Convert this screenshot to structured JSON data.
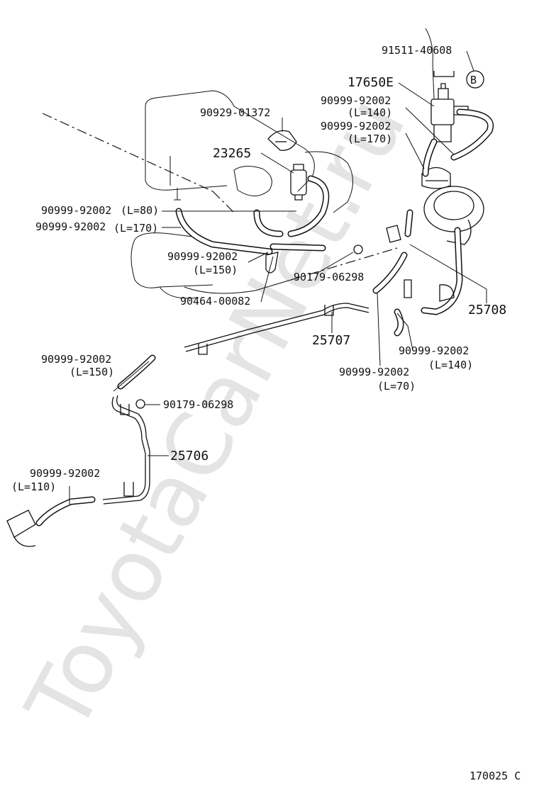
{
  "watermark": "ToyotaCarNet.ru",
  "figure_number": "170025 C",
  "circle_marker": "B",
  "labels": {
    "p91511_40608": "91511-40608",
    "p17650e": "17650E",
    "p90999_a": "90999-92002",
    "p90999_a_len": "(L=140)",
    "p90999_b": "90999-92002",
    "p90999_b_len": "(L=170)",
    "p90929": "90929-01372",
    "p23265": "23265",
    "p90999_c": "90999-92002",
    "p90999_c_len": "(L=80)",
    "p90999_d": "90999-92002",
    "p90999_d_len": "(L=170)",
    "p90999_e": "90999-92002",
    "p90999_e_len": "(L=150)",
    "p90179_a": "90179-06298",
    "p90464": "90464-00082",
    "p25708": "25708",
    "p25707": "25707",
    "p90999_f": "90999-92002",
    "p90999_f_len": "(L=140)",
    "p90999_g": "90999-92002",
    "p90999_g_len": "(L=150)",
    "p90999_h": "90999-92002",
    "p90999_h_len": "(L=70)",
    "p90179_b": "90179-06298",
    "p25706": "25706",
    "p90999_i": "90999-92002",
    "p90999_i_len": "(L=110)"
  }
}
